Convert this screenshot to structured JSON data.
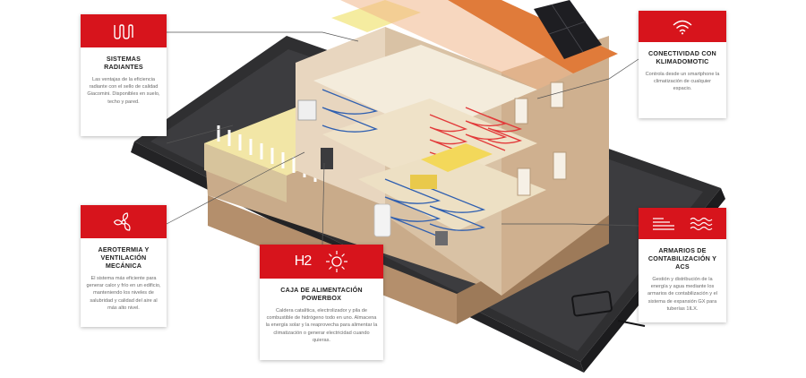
{
  "colors": {
    "accent": "#d7141c",
    "card_bg": "#ffffff",
    "title_text": "#222222",
    "body_text": "#6a6a6a",
    "tablet": "#2f2f31",
    "wall": "#d6bda0",
    "roof": "#e07b3a",
    "heating_lines": "#e23a3a",
    "floor_lines": "#2f5fb0"
  },
  "cards": {
    "radiantes": {
      "title": "SISTEMAS RADIANTES",
      "description": "Las ventajas de la eficiencia radiante con el sello de calidad Giacomini. Disponibles en suelo, techo y pared.",
      "icon": "radiant-coil-icon"
    },
    "aerotermia": {
      "title": "AEROTERMIA Y VENTILACIÓN MECÁNICA",
      "description": "El sistema más eficiente para generar calor y frío en un edificio, manteniendo los niveles de salubridad y calidad del aire al más alto nivel.",
      "icon": "fan-icon"
    },
    "powerbox": {
      "title": "CAJA DE ALIMENTACIÓN POWERBOX",
      "description": "Caldera catalítica, electrolizador y pila de combustible de hidrógeno todo en uno. Almacena la energía solar y la reaprovecha para alimentar la climatización o generar electricidad cuando quieras.",
      "icons": [
        "hydrogen-icon",
        "sun-icon"
      ],
      "icon_text": "H2"
    },
    "conectividad": {
      "title": "CONECTIVIDAD CON KLIMADOMOTIC",
      "description": "Controla desde un smartphone la climatización de cualquier espacio.",
      "icon": "wifi-icon"
    },
    "armarios": {
      "title": "ARMARIOS DE CONTABILIZACIÓN Y ACS",
      "description": "Gestión y distribución de la energía y agua mediante los armarios de contabilización y el sistema de expansión GX para tuberías 1ILX.",
      "icons": [
        "cabinet-lines-icon",
        "water-waves-icon"
      ]
    }
  }
}
